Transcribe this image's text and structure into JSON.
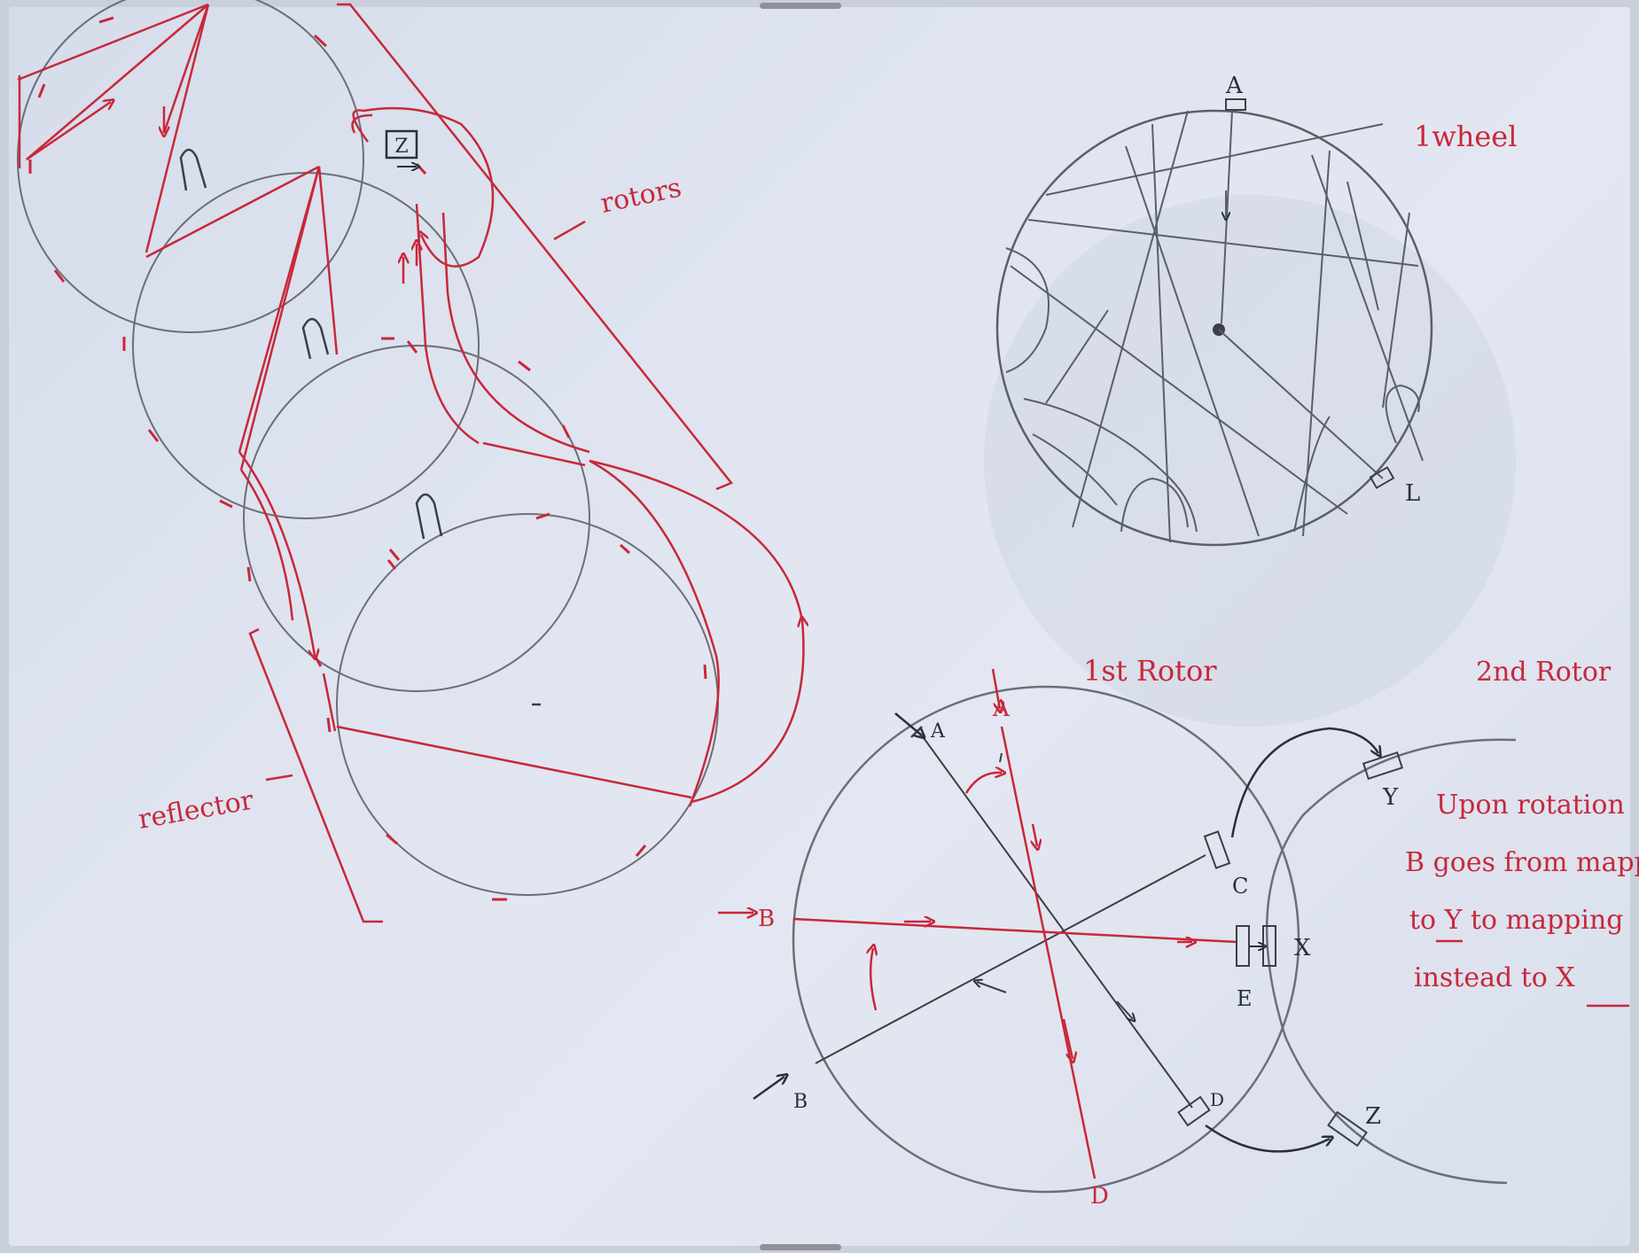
{
  "labels": {
    "rotors": "rotors",
    "reflector": "reflector",
    "z_box": "Z",
    "one_wheel": "1wheel",
    "wheel_top": "A",
    "wheel_right": "L",
    "first_rotor": "1st Rotor",
    "second_rotor": "2nd Rotor",
    "r1_a_left": "A",
    "r1_a_top": "A",
    "r1_b_left": "B",
    "r1_b_bottom": "B",
    "r1_c": "C",
    "r1_d_right": "D",
    "r1_d_bottom": "D",
    "r1_e": "E",
    "r2_x": "X",
    "r2_y": "Y",
    "r2_z": "Z"
  },
  "note": {
    "line1": "Upon rotation",
    "line2": "B goes from mapping",
    "line3": "to Y to mapping",
    "line4": "instead to X"
  },
  "colors": {
    "pencil": "#5a5f68",
    "ink_red": "#c8283a",
    "ink_dark": "#2a2f3d",
    "paper": "#dfe4f0"
  }
}
